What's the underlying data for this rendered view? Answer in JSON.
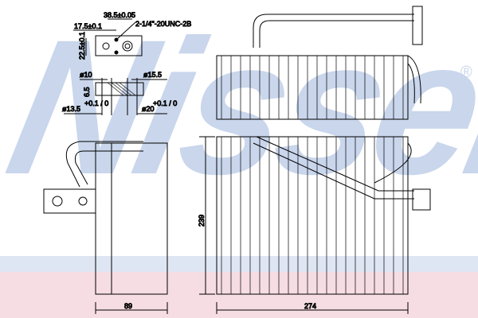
{
  "watermark": {
    "brand": "Nissens",
    "registered": "®"
  },
  "flange_dims": {
    "d1": "17.5±0.1",
    "d2": "38.5±0.05",
    "thread": "2-1/4\"-20UNC-2B",
    "d3": "22.5±0.1",
    "bore_small": "ø10",
    "bore_large": "ø15.5",
    "thickness": "6.5",
    "hole_small": "ø13.5",
    "hole_small_tol": "+0.1 / 0",
    "hole_large": "ø20",
    "hole_large_tol": "+0.1 / 0"
  },
  "dims": {
    "height": "239",
    "depth": "89",
    "width": "274"
  }
}
